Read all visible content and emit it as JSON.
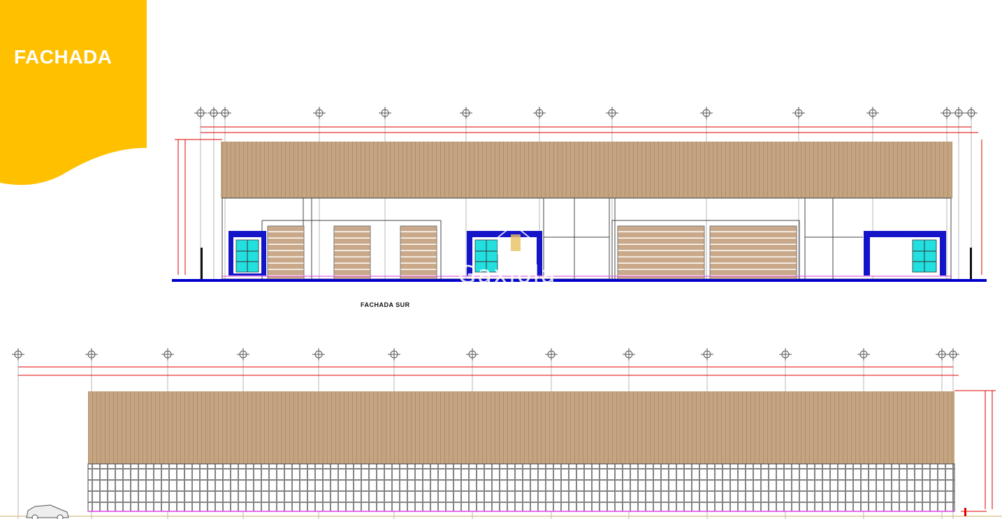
{
  "header": {
    "title": "FACHADA"
  },
  "drawings": [
    {
      "caption": "FACHADA SUR"
    }
  ],
  "watermark": {
    "text": "Gaxiola",
    "icon": "house-logo-icon"
  },
  "colors": {
    "accent": "#FFC000",
    "dimension_line": "#E00000",
    "ground_line": "#0000CC",
    "panel": "#C4A481",
    "window_frame": "#1414C8",
    "window_glass": "#22E0E0"
  }
}
